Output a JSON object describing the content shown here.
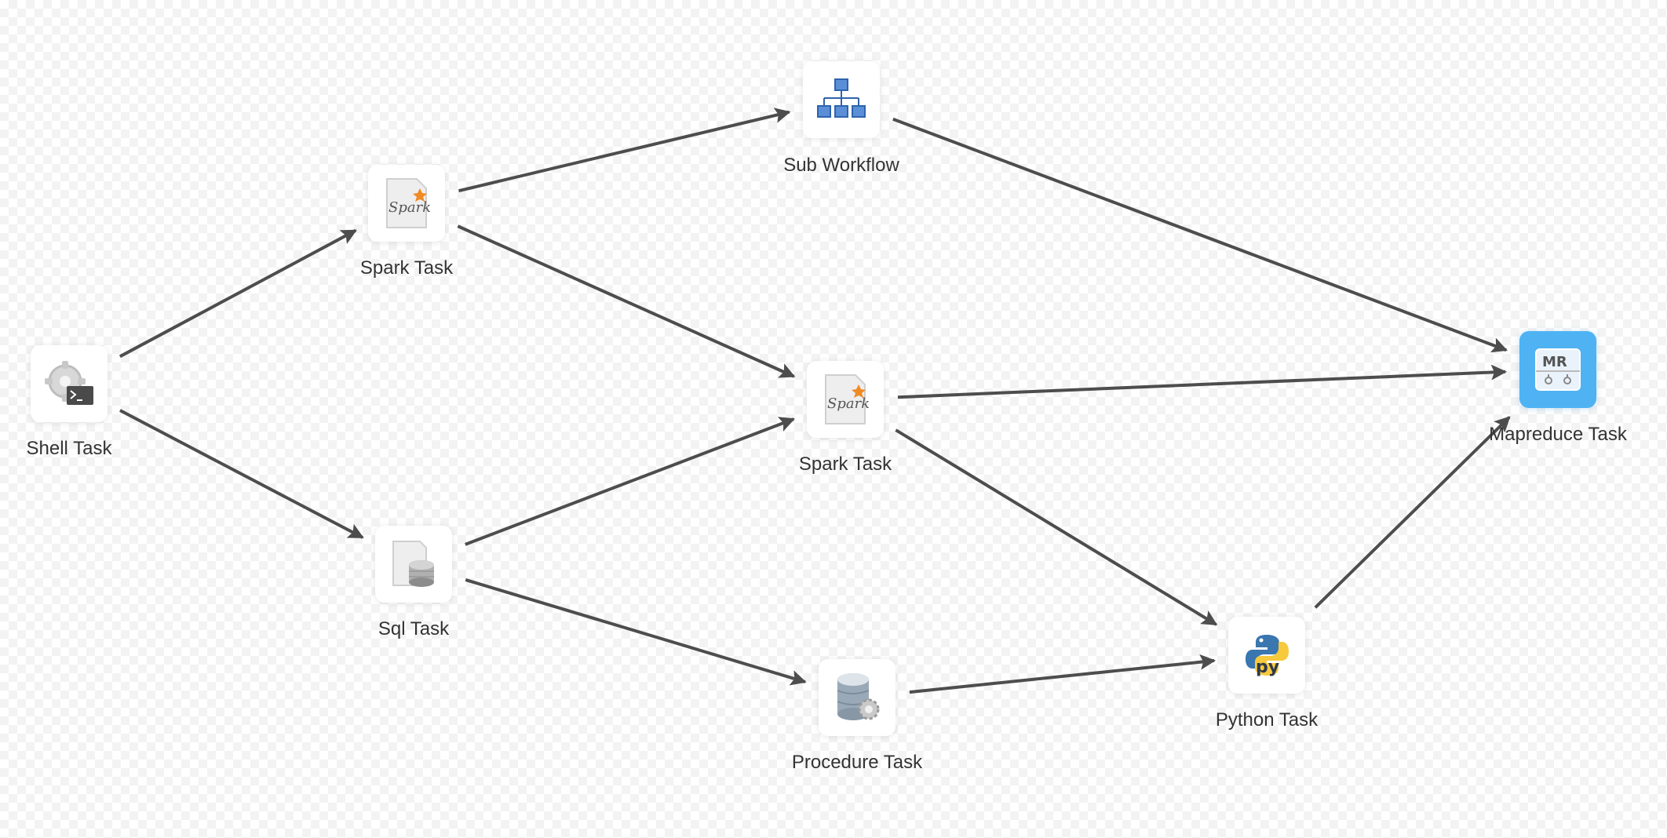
{
  "nodes": [
    {
      "id": "shell",
      "label": "Shell Task",
      "icon": "shell-icon"
    },
    {
      "id": "spark1",
      "label": "Spark Task",
      "icon": "spark-icon"
    },
    {
      "id": "sql",
      "label": "Sql Task",
      "icon": "sql-icon"
    },
    {
      "id": "subwf",
      "label": "Sub Workflow",
      "icon": "sub-workflow-icon"
    },
    {
      "id": "spark2",
      "label": "Spark Task",
      "icon": "spark-icon"
    },
    {
      "id": "proc",
      "label": "Procedure Task",
      "icon": "procedure-icon"
    },
    {
      "id": "python",
      "label": "Python Task",
      "icon": "python-icon"
    },
    {
      "id": "mr",
      "label": "Mapreduce Task",
      "icon": "mapreduce-icon",
      "selected": true
    }
  ],
  "edges": [
    [
      "shell",
      "spark1"
    ],
    [
      "shell",
      "sql"
    ],
    [
      "spark1",
      "subwf"
    ],
    [
      "spark1",
      "spark2"
    ],
    [
      "sql",
      "spark2"
    ],
    [
      "sql",
      "proc"
    ],
    [
      "subwf",
      "mr"
    ],
    [
      "spark2",
      "mr"
    ],
    [
      "spark2",
      "python"
    ],
    [
      "proc",
      "python"
    ],
    [
      "python",
      "mr"
    ]
  ],
  "colors": {
    "edge": "#4d4d4d",
    "selected_node": "#4fb3f3",
    "label": "#333333"
  }
}
